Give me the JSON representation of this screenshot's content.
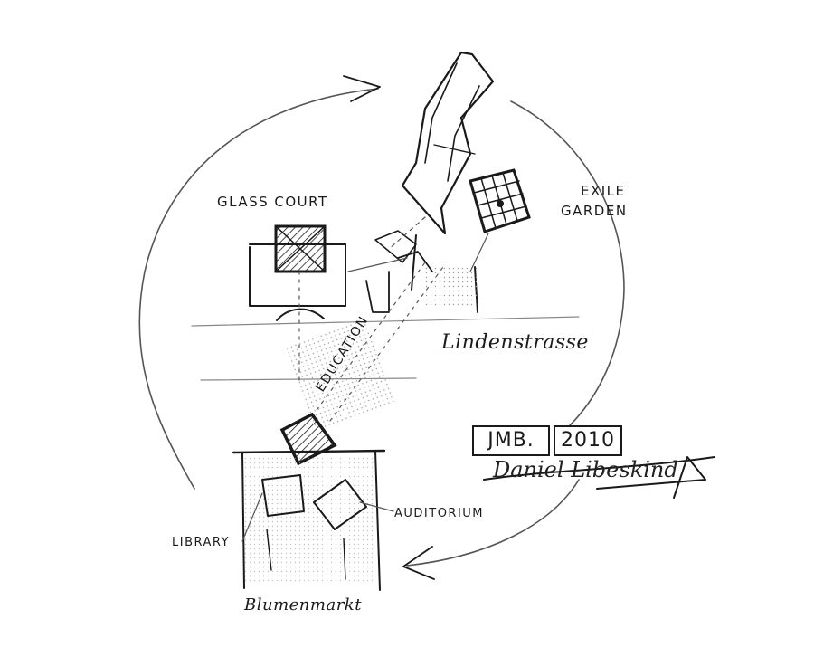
{
  "labels": {
    "glass_court": "GLASS COURT",
    "exile_garden_line1": "EXILE",
    "exile_garden_line2": "GARDEN",
    "street_top": "Lindenstrasse",
    "education": "EDUCATION",
    "library": "LIBRARY",
    "auditorium": "AUDITORIUM",
    "street_bottom": "Blumenmarkt"
  },
  "title_boxes": {
    "left": "JMB.",
    "right": "2010"
  },
  "signature": {
    "text": "Daniel Libeskind"
  },
  "colors": {
    "ink": "#1a1a1a",
    "paper": "#ffffff",
    "shadow": "#9a9a9a"
  }
}
